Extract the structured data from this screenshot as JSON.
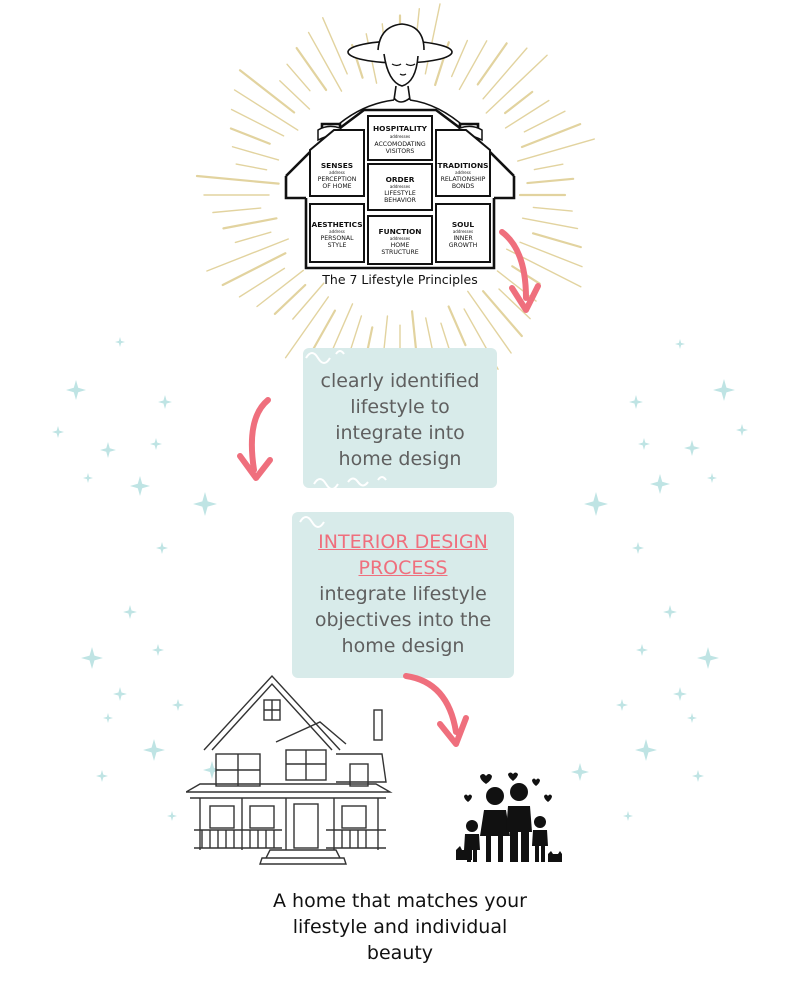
{
  "colors": {
    "gold": "#e2d39f",
    "teal": "#bfe4e4",
    "card": "#d8ebea",
    "accent": "#ef6f7d",
    "text": "#5f5f5f"
  },
  "principles": {
    "caption": "The 7 Lifestyle Principles",
    "rooms": [
      {
        "title": "HOSPITALITY",
        "verb": "addresses",
        "line1": "ACCOMODATING",
        "line2": "VISITORS"
      },
      {
        "title": "SENSES",
        "verb": "address",
        "line1": "PERCEPTION",
        "line2": "OF HOME"
      },
      {
        "title": "ORDER",
        "verb": "addresses",
        "line1": "LIFESTYLE",
        "line2": "BEHAVIOR"
      },
      {
        "title": "TRADITIONS",
        "verb": "address",
        "line1": "RELATIONSHIP",
        "line2": "BONDS"
      },
      {
        "title": "AESTHETICS",
        "verb": "address",
        "line1": "PERSONAL",
        "line2": "STYLE"
      },
      {
        "title": "FUNCTION",
        "verb": "addresses",
        "line1": "HOME",
        "line2": "STRUCTURE"
      },
      {
        "title": "SOUL",
        "verb": "addresses",
        "line1": "INNER",
        "line2": "GROWTH"
      }
    ]
  },
  "card1": {
    "lines": [
      "clearly identified",
      "lifestyle to",
      "integrate into",
      "home design"
    ]
  },
  "card2": {
    "link_line1": "INTERIOR DESIGN",
    "link_line2": "PROCESS",
    "lines": [
      "integrate lifestyle",
      "objectives into the",
      "home design"
    ]
  },
  "caption": {
    "lines": [
      "A home that matches your",
      "lifestyle and individual",
      "beauty"
    ]
  }
}
